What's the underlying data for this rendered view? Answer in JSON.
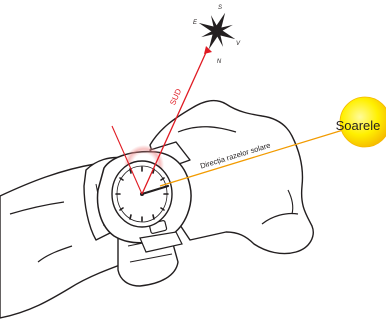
{
  "labels": {
    "sun": "Soarele",
    "south_line": "SUD",
    "rays": "Direcția razelor solare"
  },
  "compass": {
    "north": "N",
    "south": "S",
    "east": "E",
    "west": "V"
  },
  "colors": {
    "ray": "#f29b00",
    "sun_core": "#fff000",
    "sun_edge": "#f5b800",
    "south_line": "#e01a22",
    "halo": "#f08a8a",
    "outline": "#231f20"
  }
}
